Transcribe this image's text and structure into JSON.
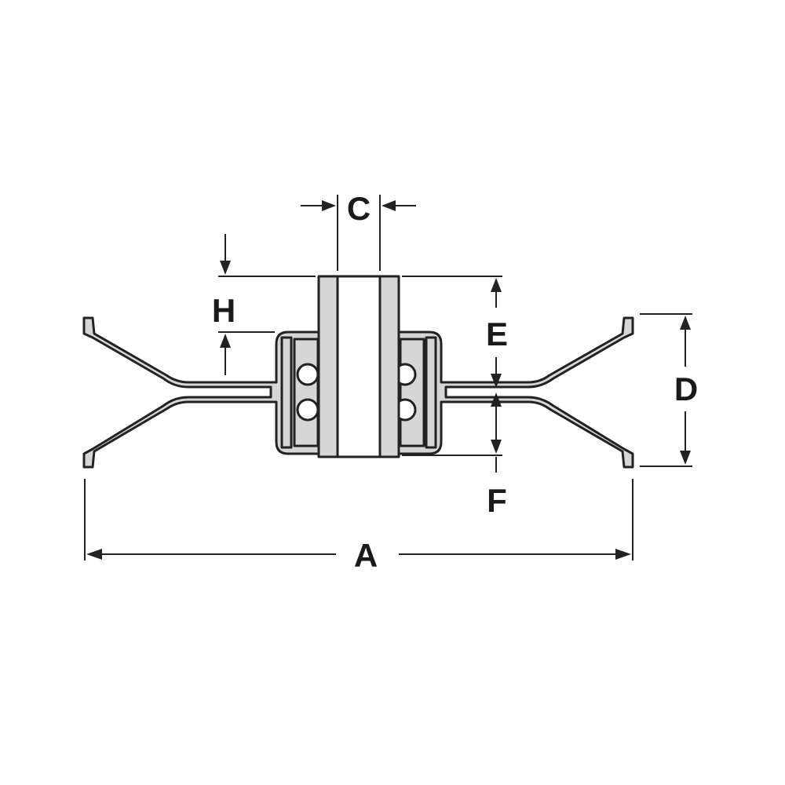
{
  "diagram": {
    "labels": {
      "A": "A",
      "C": "C",
      "D": "D",
      "E": "E",
      "F": "F",
      "H": "H"
    },
    "colors": {
      "stroke": "#222222",
      "part_fill": "#d6d6d6",
      "background": "#ffffff"
    }
  }
}
